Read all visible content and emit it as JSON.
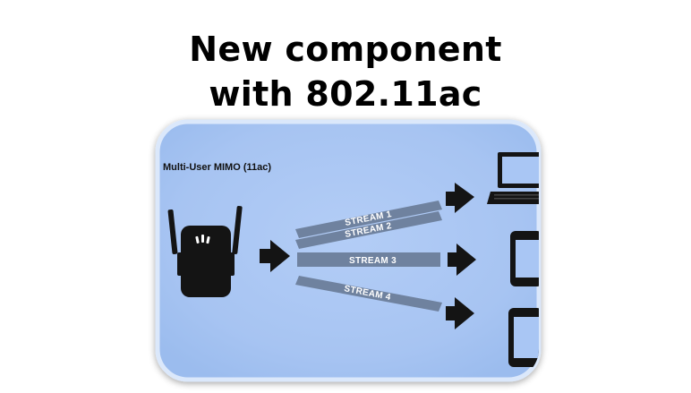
{
  "slide": {
    "title_line1": "New component",
    "title_line2": "with 802.11ac"
  },
  "diagram": {
    "label": "Multi-User MIMO (11ac)",
    "streams": [
      {
        "label": "STREAM 1"
      },
      {
        "label": "STREAM 2"
      },
      {
        "label": "STREAM 3"
      },
      {
        "label": "STREAM 4"
      }
    ],
    "devices": [
      "router-icon",
      "laptop-icon",
      "phone-icon",
      "tablet-icon"
    ],
    "colors": {
      "panel": "#a9c6f4",
      "panel_border": "#cfe0fa",
      "stream_band": "#6f829f",
      "device": "#141414"
    }
  }
}
